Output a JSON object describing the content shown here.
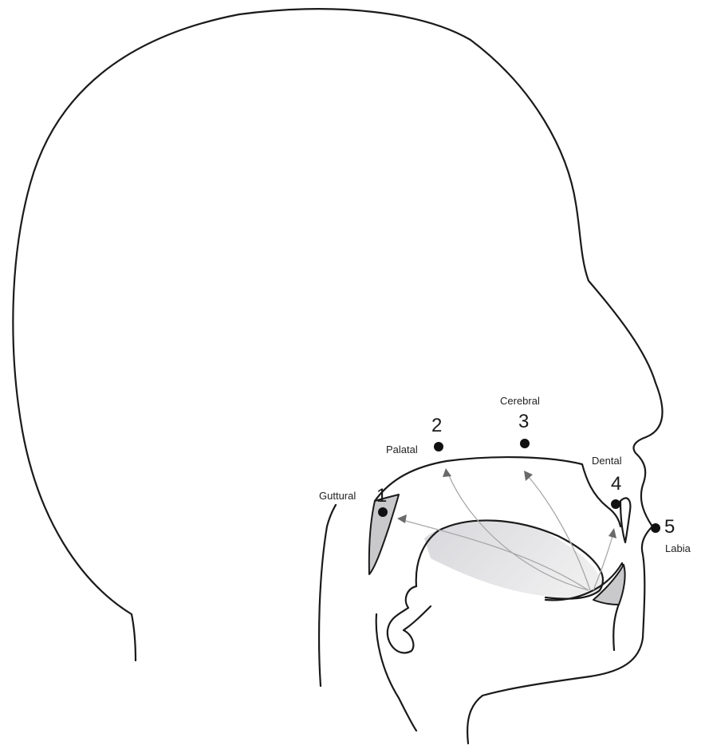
{
  "points": [
    {
      "number": "1",
      "name": "Guttural"
    },
    {
      "number": "2",
      "name": "Palatal"
    },
    {
      "number": "3",
      "name": "Cerebral"
    },
    {
      "number": "4",
      "name": "Dental"
    },
    {
      "number": "5",
      "name": "Labia"
    }
  ],
  "colors": {
    "line": "#1a1a1a",
    "shading": "#c9c9cc",
    "arrows": "#a8a8a8",
    "dots": "#111111"
  }
}
